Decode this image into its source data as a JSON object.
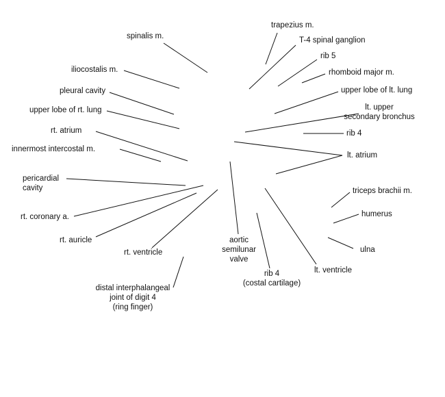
{
  "diagram": {
    "line_color": "#111111",
    "text_color": "#111111",
    "labels": [
      {
        "id": "trapezius",
        "lines": [
          "trapezius m."
        ]
      },
      {
        "id": "t4-spinal-ganglion",
        "lines": [
          "T-4 spinal ganglion"
        ]
      },
      {
        "id": "spinalis",
        "lines": [
          "spinalis m."
        ]
      },
      {
        "id": "rib5",
        "lines": [
          "rib 5"
        ]
      },
      {
        "id": "iliocostalis",
        "lines": [
          "iliocostalis m."
        ]
      },
      {
        "id": "rhomboid-major",
        "lines": [
          "rhomboid major m."
        ]
      },
      {
        "id": "pleural-cavity",
        "lines": [
          "pleural cavity"
        ]
      },
      {
        "id": "upper-lobe-lt-lung",
        "lines": [
          "upper lobe of lt. lung"
        ]
      },
      {
        "id": "upper-lobe-rt-lung",
        "lines": [
          "upper lobe of rt. lung"
        ]
      },
      {
        "id": "lt-upper-secondary-bronchus",
        "lines": [
          "lt. upper",
          "secondary bronchus"
        ]
      },
      {
        "id": "rt-atrium",
        "lines": [
          "rt. atrium"
        ]
      },
      {
        "id": "rib4",
        "lines": [
          "rib 4"
        ]
      },
      {
        "id": "innermost-intercostal",
        "lines": [
          "innermost intercostal m."
        ]
      },
      {
        "id": "lt-atrium",
        "lines": [
          "lt. atrium"
        ]
      },
      {
        "id": "pericardial-cavity",
        "lines": [
          "pericardial",
          "cavity"
        ]
      },
      {
        "id": "triceps-brachii",
        "lines": [
          "triceps brachii m."
        ]
      },
      {
        "id": "rt-coronary-a",
        "lines": [
          "rt. coronary a."
        ]
      },
      {
        "id": "humerus",
        "lines": [
          "humerus"
        ]
      },
      {
        "id": "rt-auricle",
        "lines": [
          "rt. auricle"
        ]
      },
      {
        "id": "aortic-semilunar-valve",
        "lines": [
          "aortic",
          "semilunar",
          "valve"
        ]
      },
      {
        "id": "ulna",
        "lines": [
          "ulna"
        ]
      },
      {
        "id": "rt-ventricle",
        "lines": [
          "rt. ventricle"
        ]
      },
      {
        "id": "rib4-costal-cartilage",
        "lines": [
          "rib 4",
          "(costal cartilage)"
        ]
      },
      {
        "id": "lt-ventricle",
        "lines": [
          "lt. ventricle"
        ]
      },
      {
        "id": "distal-interphalangeal-joint",
        "lines": [
          "distal interphalangeal",
          "joint of digit 4",
          "(ring finger)"
        ]
      }
    ]
  }
}
